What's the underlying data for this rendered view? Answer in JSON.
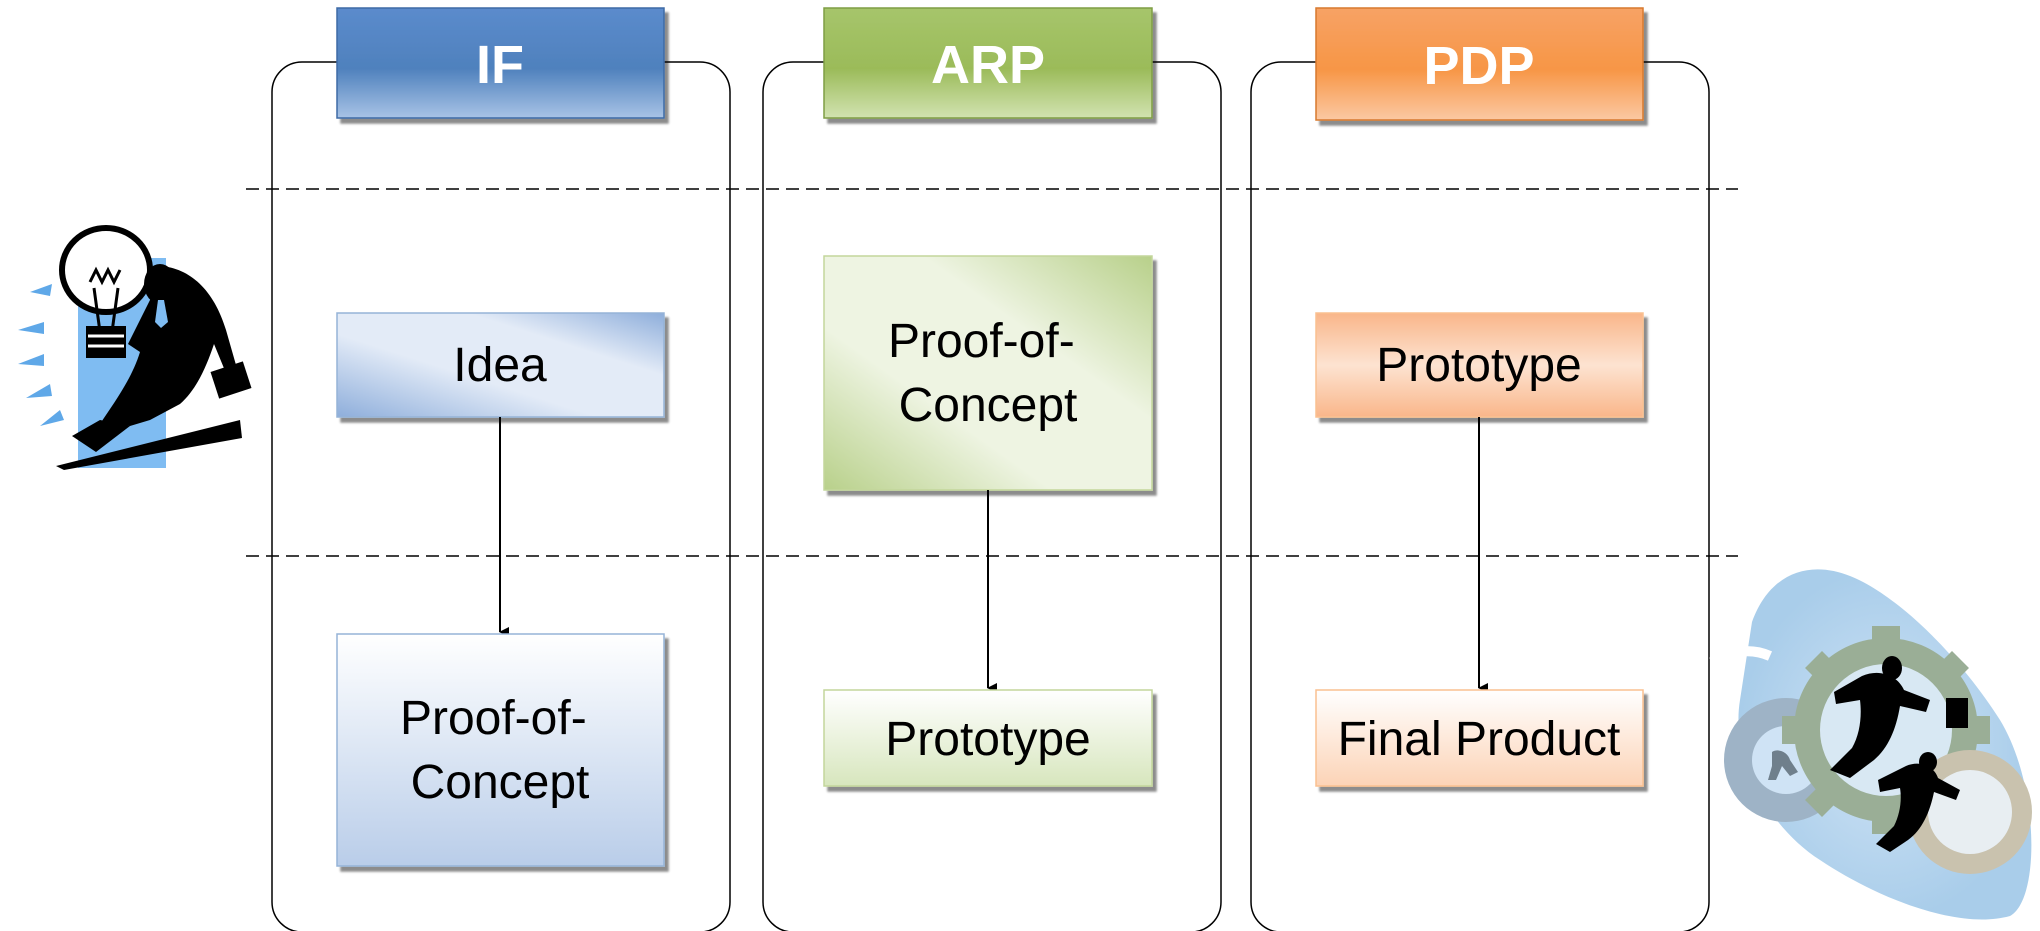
{
  "columns": [
    {
      "header": "IF",
      "top_box": "Idea",
      "bottom_box": [
        "Proof-of-",
        "Concept"
      ]
    },
    {
      "header": "ARP",
      "top_box": [
        "Proof-of-",
        "Concept"
      ],
      "bottom_box": "Prototype"
    },
    {
      "header": "PDP",
      "top_box": "Prototype",
      "bottom_box": "Final Product"
    }
  ],
  "colors": {
    "blue": "#4f81bd",
    "green": "#9bbb59",
    "orange": "#f79646"
  },
  "icons": {
    "left": "idea-lightbulb-businessman-icon",
    "right": "business-gears-runners-icon"
  }
}
